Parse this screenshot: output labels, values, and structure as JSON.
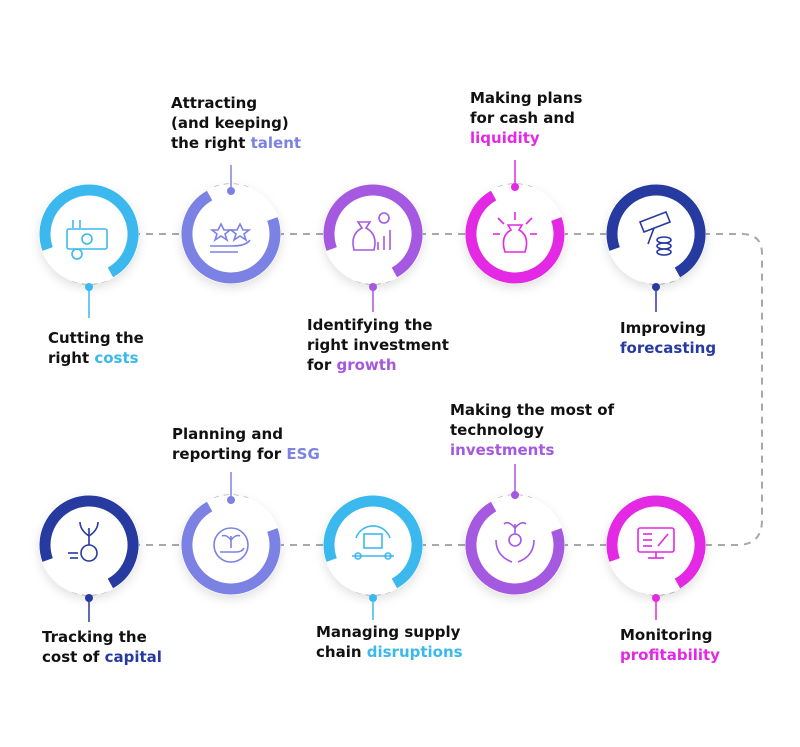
{
  "colors": {
    "light_blue": "#3bb9ee",
    "lavender": "#7b82e4",
    "purple": "#a558e0",
    "magenta": "#e329e3",
    "navy": "#273aa0",
    "connector": "#a8a8a8",
    "text": "#111111"
  },
  "items": [
    {
      "line1": "Cutting the",
      "line2_prefix": "right ",
      "accent": "costs",
      "color": "#3bb9ee",
      "icon": "money-cut-icon"
    },
    {
      "line1": "Attracting",
      "line2": "(and keeping)",
      "line3_prefix": "the right ",
      "accent": "talent",
      "color": "#7b82e4",
      "icon": "hand-stars-icon"
    },
    {
      "line1": "Identifying the",
      "line2": "right investment",
      "line3_prefix": "for ",
      "accent": "growth",
      "color": "#a558e0",
      "icon": "money-bag-growth-icon"
    },
    {
      "line1": "Making plans",
      "line2": "for cash and",
      "accent": "liquidity",
      "color": "#e329e3",
      "icon": "money-bag-arrows-icon"
    },
    {
      "line1": "Improving",
      "accent": "forecasting",
      "color": "#273aa0",
      "icon": "telescope-coins-icon"
    },
    {
      "line1": "Tracking the",
      "line2_prefix": "cost of ",
      "accent": "capital",
      "color": "#273aa0",
      "icon": "plant-coin-icon"
    },
    {
      "line1": "Planning and",
      "line2_prefix": "reporting for ",
      "accent": "ESG",
      "color": "#7b82e4",
      "icon": "hand-plant-icon"
    },
    {
      "line1": "Managing supply",
      "line2_prefix": "chain ",
      "accent": "disruptions",
      "color": "#3bb9ee",
      "icon": "supply-chain-icon"
    },
    {
      "line1": "Making the most of",
      "line2": "technology",
      "accent": "investments",
      "color": "#a558e0",
      "icon": "hands-seedling-icon"
    },
    {
      "line1": "Monitoring",
      "accent": "profitability",
      "color": "#e329e3",
      "icon": "dashboard-monitor-icon"
    }
  ]
}
